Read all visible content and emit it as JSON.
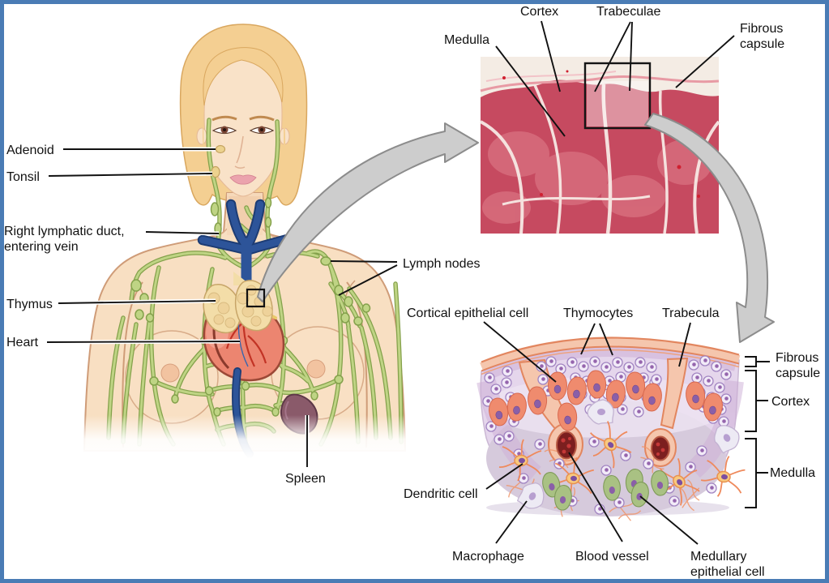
{
  "body_diagram": {
    "labels": {
      "adenoid": "Adenoid",
      "tonsil": "Tonsil",
      "duct_line1": "Right lymphatic duct,",
      "duct_line2": "entering vein",
      "thymus": "Thymus",
      "heart": "Heart",
      "lymph_nodes": "Lymph nodes",
      "spleen": "Spleen"
    }
  },
  "micrograph": {
    "labels": {
      "medulla": "Medulla",
      "cortex": "Cortex",
      "trabeculae": "Trabeculae",
      "fibrous_line1": "Fibrous",
      "fibrous_line2": "capsule"
    }
  },
  "tissue_diagram": {
    "labels": {
      "cortical_epithelial_cell": "Cortical epithelial cell",
      "thymocytes": "Thymocytes",
      "trabecula": "Trabecula",
      "fibrous_line1": "Fibrous",
      "fibrous_line2": "capsule",
      "cortex": "Cortex",
      "medulla": "Medulla",
      "dendritic_cell": "Dendritic cell",
      "macrophage": "Macrophage",
      "blood_vessel": "Blood vessel",
      "medullary_line1": "Medullary",
      "medullary_line2": "epithelial cell"
    }
  },
  "palette": {
    "frame_border": "#4a7cb5",
    "label_text": "#111111",
    "leader_line": "#111111",
    "arrow_fill": "#cdcdcd",
    "arrow_outline": "#8c8c8c",
    "lymph_green": "#bfd484",
    "lymph_green_edge": "#84a14b",
    "skin": "#f8dfc2",
    "hair_blonde": "#f4cf92",
    "heart_red": "#ec8570",
    "thymus_yellow": "#f3dda8",
    "spleen_maroon": "#8a5a6a",
    "vein_blue": "#2d5499",
    "micrograph_tissue": "#c64a60",
    "capsule_salmon": "#f5c6ad",
    "cortex_lavender": "#dcc8e4",
    "medulla_gray": "#d6cadc",
    "thymocyte_purple": "#9565ad",
    "epithelial_salmon": "#ef8b6e",
    "medullary_green": "#a9c183",
    "blood_vessel_dark_red": "#7c1f1f"
  }
}
